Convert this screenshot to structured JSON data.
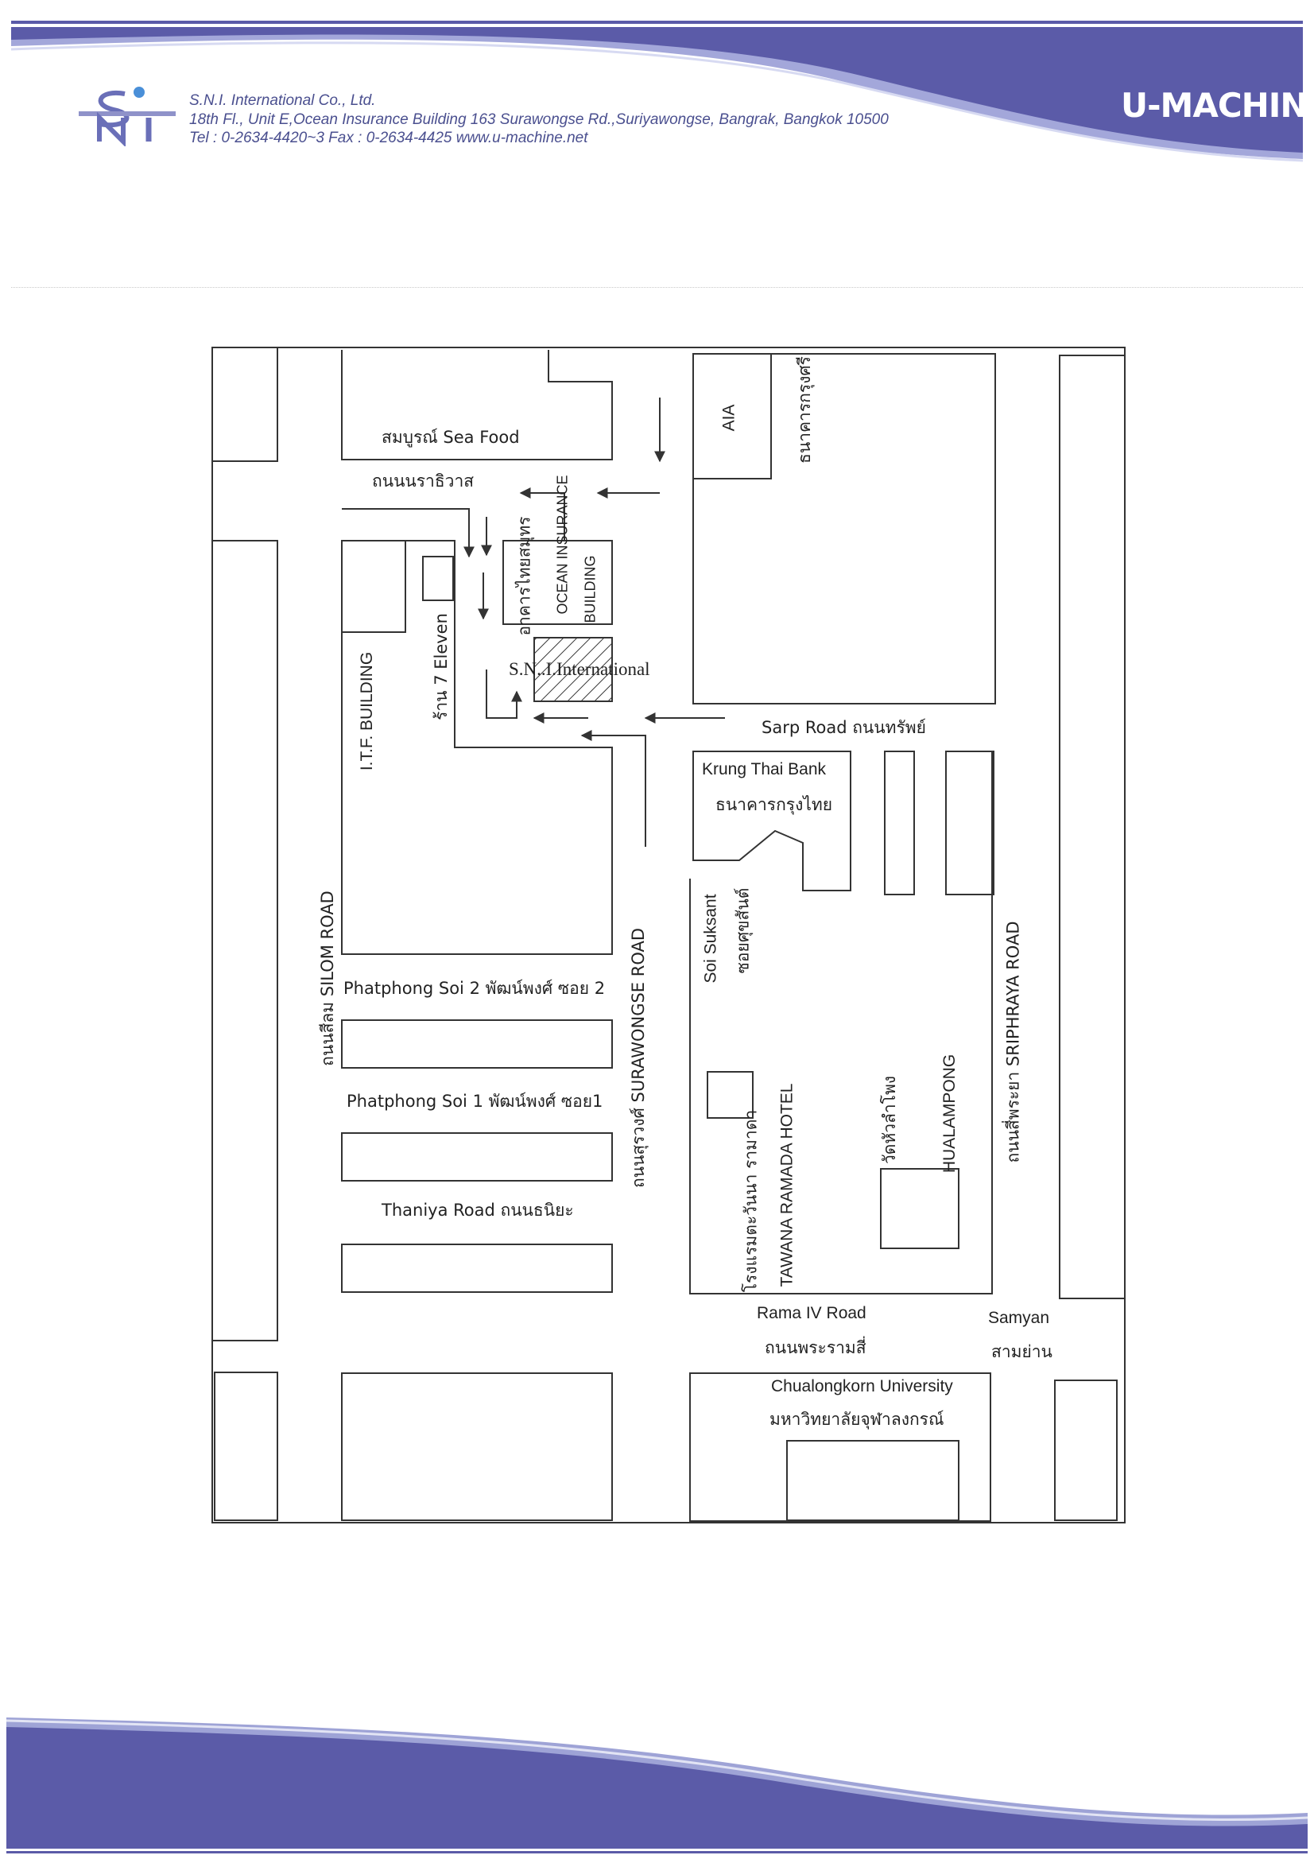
{
  "header": {
    "company_name": "S.N.I. International Co., Ltd.",
    "address": "18th Fl., Unit E,Ocean Insurance Building 163 Surawongse Rd.,Suriyawongse, Bangrak, Bangkok 10500",
    "contact": "Tel : 0-2634-4420~3  Fax : 0-2634-4425   www.u-machine.net",
    "brand": "U-MACHINE",
    "logo_letters": "SNI"
  },
  "colors": {
    "band_purple": "#5b5ba8",
    "band_light": "#9a9fd6",
    "line": "#333333",
    "text": "#222222"
  },
  "map": {
    "labels": {
      "seafood": "สมบูรณ์  Sea  Food",
      "naradhiwas": "ถนนนราธิวาส",
      "aia": "AIA",
      "krungsri": "ธนาคารกรุงศรี",
      "ocean_th": "อาคารไทยสมุทร",
      "ocean_en": "OCEAN INSURANCE",
      "building": "BUILDING",
      "sni": "S.N..I.International",
      "seven": "ร้าน 7 Eleven",
      "itf": "I.T.F. BUILDING",
      "sarp": "Sarp Road ถนนทรัพย์",
      "ktb_en": "Krung  Thai  Bank",
      "ktb_th": "ธนาคารกรุงไทย",
      "soi_en": "Soi  Suksant",
      "soi_th": "ซอยศุขสันต์",
      "silom": "ถนนสีลม  SILOM  ROAD",
      "patpong2": "Phatphong Soi 2 พัฒน์พงศ์ ซอย 2",
      "patpong1": "Phatphong Soi 1 พัฒน์พงศ์ ซอย1",
      "thaniya": "Thaniya Road ถนนธนิยะ",
      "surawongse": "ถนนสุรวงศ์  SURAWONGSE  ROAD",
      "ramada_th": "โรงแรมตะวันนา รามาดา",
      "ramada_en": "TAWANA RAMADA HOTEL",
      "wat_th": "วัดหัวลำโพง",
      "hualampong": "HUALAMPONG",
      "sriphraya": "ถนนสี่พระยา  SRIPHRAYA  ROAD",
      "rama4_en": "Rama IV Road",
      "rama4_th": "ถนนพระรามสี่",
      "samyan_en": "Samyan",
      "samyan_th": "สามย่าน",
      "chula_en": "Chualongkorn  University",
      "chula_th": "มหาวิทยาลัยจุฬาลงกรณ์"
    }
  }
}
